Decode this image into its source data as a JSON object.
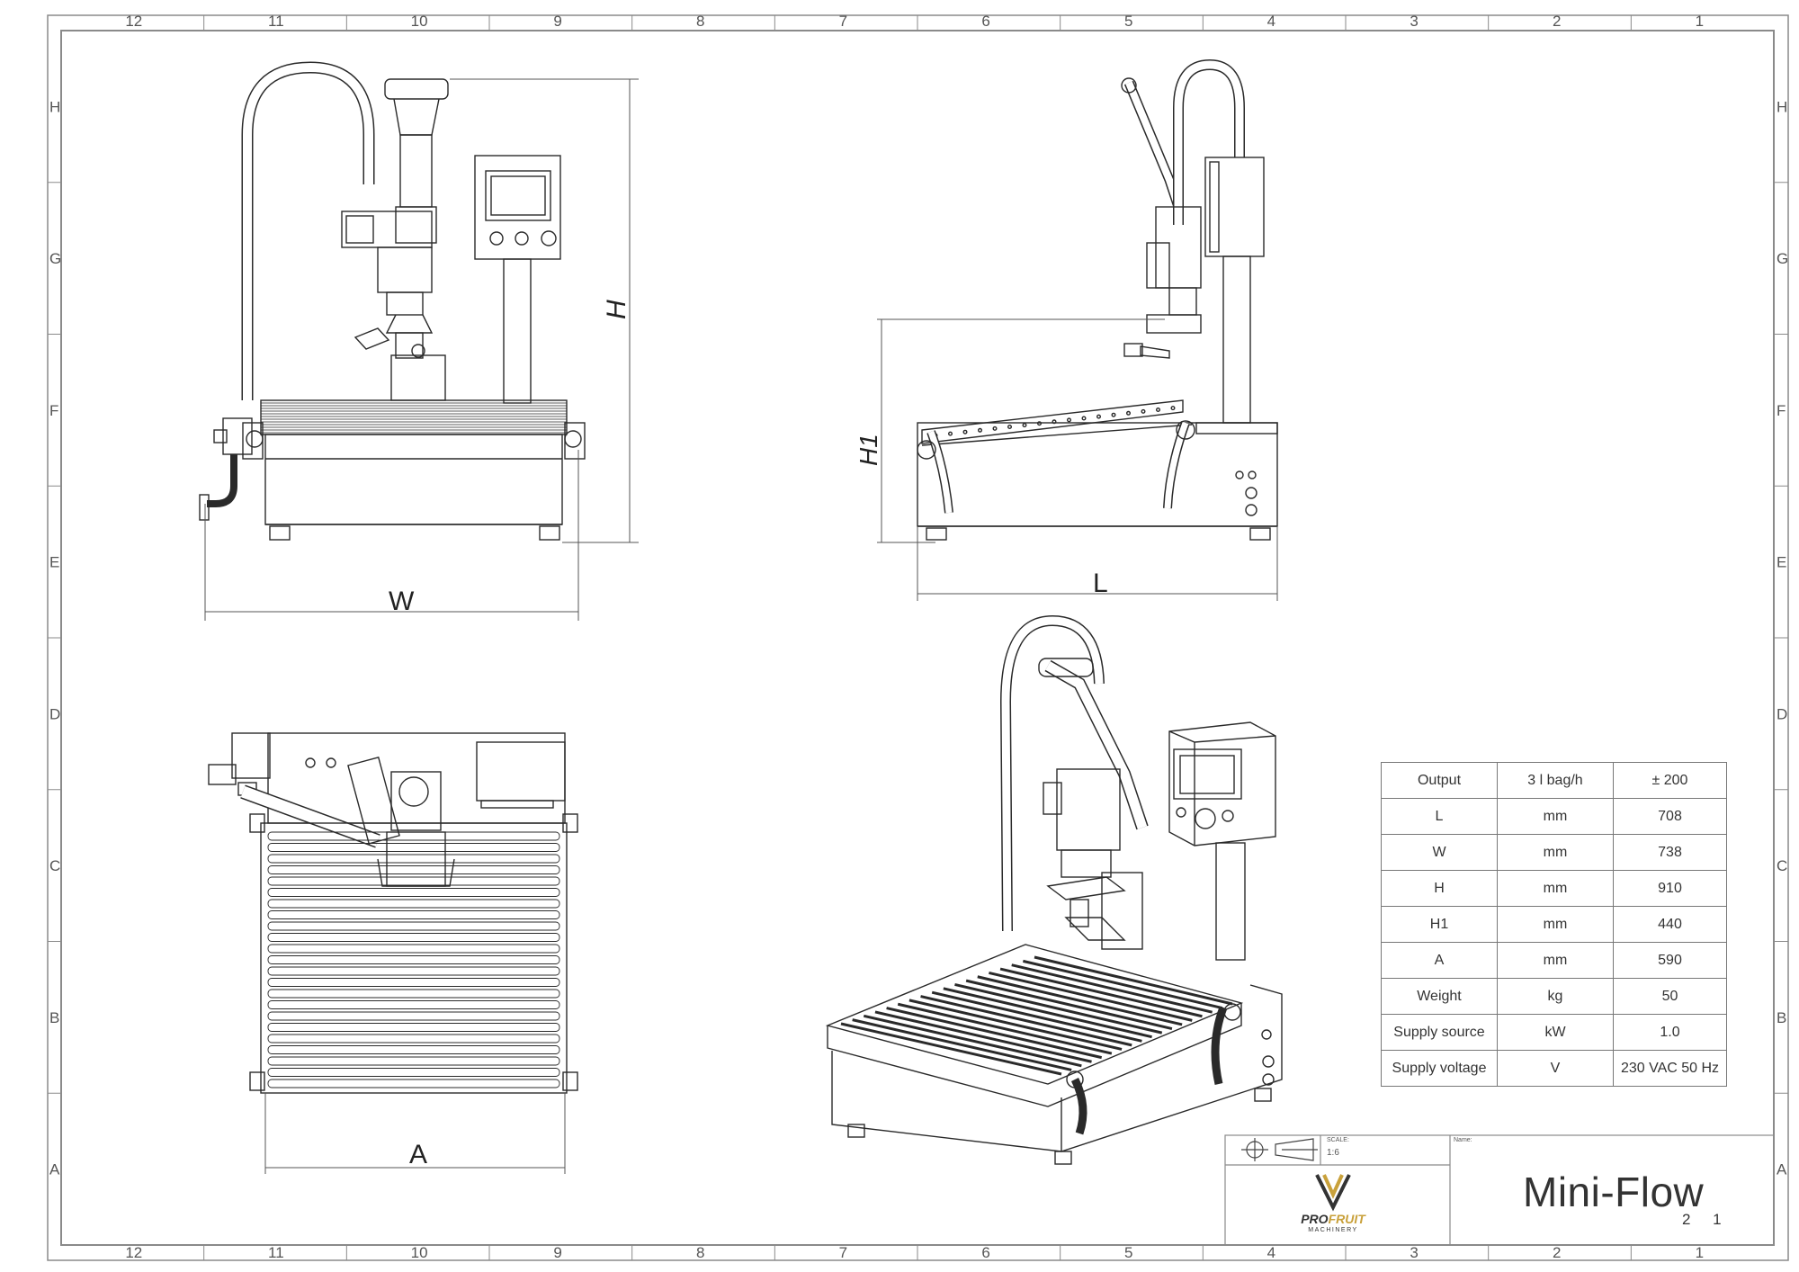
{
  "frame": {
    "columns": [
      "12",
      "11",
      "10",
      "9",
      "8",
      "7",
      "6",
      "5",
      "4",
      "3",
      "2",
      "1"
    ],
    "rows": [
      "H",
      "G",
      "F",
      "E",
      "D",
      "C",
      "B",
      "A"
    ]
  },
  "dimensions": {
    "W": "W",
    "H": "H",
    "L": "L",
    "H1": "H1",
    "A": "A"
  },
  "specs": [
    {
      "param": "Output",
      "unit": "3 l bag/h",
      "value": "± 200"
    },
    {
      "param": "L",
      "unit": "mm",
      "value": "708"
    },
    {
      "param": "W",
      "unit": "mm",
      "value": "738"
    },
    {
      "param": "H",
      "unit": "mm",
      "value": "910"
    },
    {
      "param": "H1",
      "unit": "mm",
      "value": "440"
    },
    {
      "param": "A",
      "unit": "mm",
      "value": "590"
    },
    {
      "param": "Weight",
      "unit": "kg",
      "value": "50"
    },
    {
      "param": "Supply   source",
      "unit": "kW",
      "value": "1.0"
    },
    {
      "param": "Supply voltage",
      "unit": "V",
      "value": "230 VAC 50 Hz"
    }
  ],
  "title_block": {
    "scale_label": "SCALE:",
    "scale_value": "1:6",
    "name_label": "Name:",
    "drawing_name": "Mini-Flow",
    "sheet_number": "2 1",
    "logo_brand_a": "PRO",
    "logo_brand_b": "FRUIT",
    "logo_sub": "MACHINERY",
    "logo_icon": "profruit-logo-icon",
    "projection_icon": "third-angle-projection-icon"
  },
  "colors": {
    "line": "#2a2a2a",
    "frame": "#8a8a8a",
    "logo_gold": "#c9a13b"
  }
}
